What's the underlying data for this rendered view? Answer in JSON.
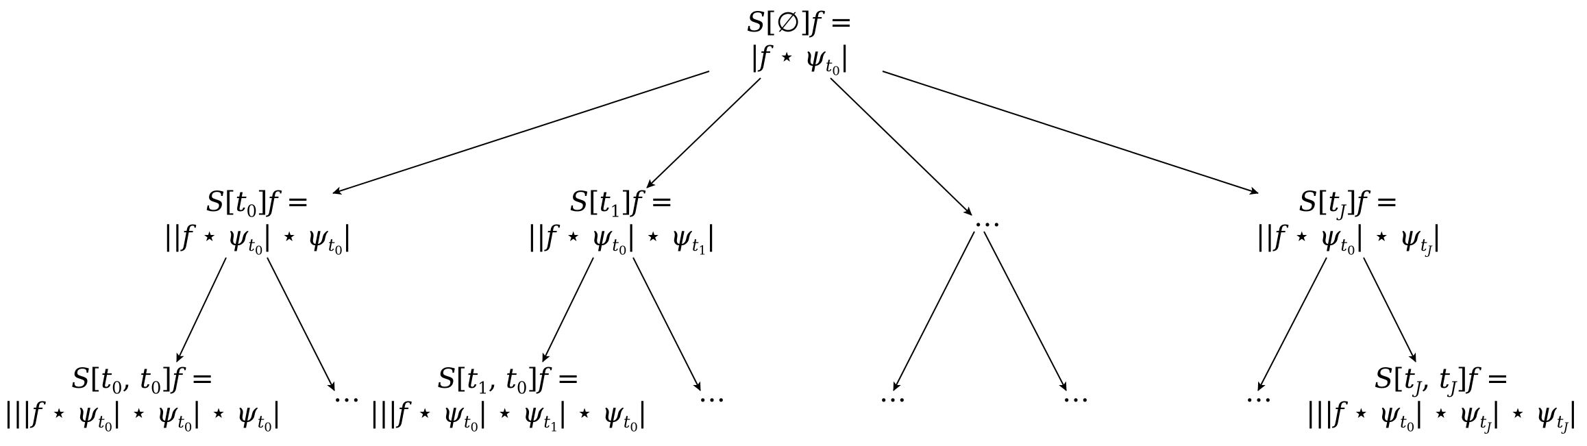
{
  "ellipsis": "…",
  "nodes": {
    "root": {
      "label": "S[∅]f =",
      "expr": "|f ⋆ ψ<sub>t<sub>0</sub></sub>|"
    },
    "t0": {
      "label": "S[t<sub>0</sub>]f =",
      "expr": "||f ⋆ ψ<sub>t<sub>0</sub></sub>| ⋆ ψ<sub>t<sub>0</sub></sub>|"
    },
    "t1": {
      "label": "S[t<sub>1</sub>]f =",
      "expr": "||f ⋆ ψ<sub>t<sub>0</sub></sub>| ⋆ ψ<sub>t<sub>1</sub></sub>|"
    },
    "tJ": {
      "label": "S[t<sub>J</sub>]f =",
      "expr": "||f ⋆ ψ<sub>t<sub>0</sub></sub>| ⋆ ψ<sub>t<sub>J</sub></sub>|"
    },
    "t0t0": {
      "label": "S[t<sub>0</sub>, t<sub>0</sub>]f =",
      "expr": "|||f ⋆ ψ<sub>t<sub>0</sub></sub>| ⋆ ψ<sub>t<sub>0</sub></sub>| ⋆ ψ<sub>t<sub>0</sub></sub>|"
    },
    "t1t0": {
      "label": "S[t<sub>1</sub>, t<sub>0</sub>]f =",
      "expr": "|||f ⋆ ψ<sub>t<sub>0</sub></sub>| ⋆ ψ<sub>t<sub>1</sub></sub>| ⋆ ψ<sub>t<sub>0</sub></sub>|"
    },
    "tJtJ": {
      "label": "S[t<sub>J</sub>, t<sub>J</sub>]f =",
      "expr": "|||f ⋆ ψ<sub>t<sub>0</sub></sub>| ⋆ ψ<sub>t<sub>J</sub></sub>| ⋆ ψ<sub>t<sub>J</sub></sub>|"
    }
  },
  "edges": [
    [
      "root",
      "t0"
    ],
    [
      "root",
      "t1"
    ],
    [
      "root",
      "dots-mid"
    ],
    [
      "root",
      "tJ"
    ],
    [
      "t0",
      "t0t0"
    ],
    [
      "t0",
      "dots-a"
    ],
    [
      "t1",
      "t1t0"
    ],
    [
      "t1",
      "dots-b"
    ],
    [
      "dots-mid",
      "dots-c"
    ],
    [
      "dots-mid",
      "dots-d"
    ],
    [
      "tJ",
      "dots-e"
    ],
    [
      "tJ",
      "tJtJ"
    ]
  ]
}
